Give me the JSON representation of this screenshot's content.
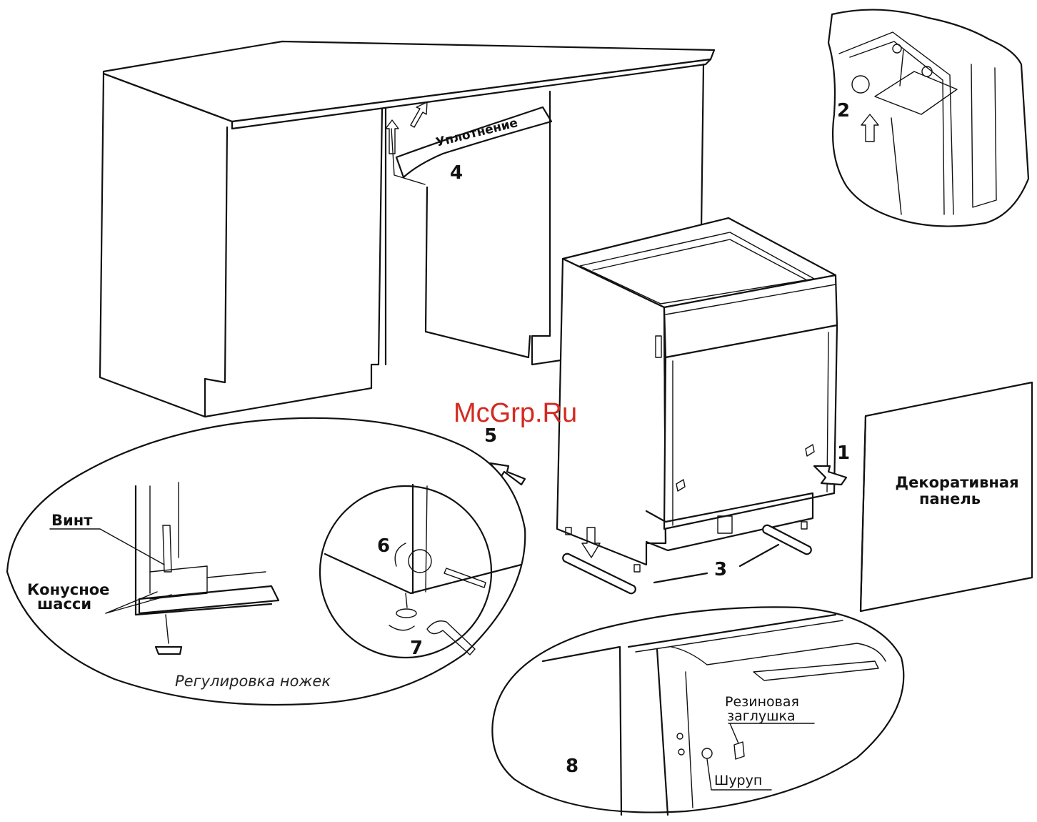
{
  "watermark": "McGrp.Ru",
  "steps": {
    "s1": "1",
    "s2": "2",
    "s3": "3",
    "s4": "4",
    "s5": "5",
    "s6": "6",
    "s7": "7",
    "s8": "8"
  },
  "labels": {
    "seal": "Уплотнение",
    "panel_line1": "Декоративная",
    "panel_line2": "панель",
    "screw": "Винт",
    "cone_line1": "Конусное",
    "cone_line2": "шасси",
    "feet_adjust": "Регулировка ножек",
    "rubber_line1": "Резиновая",
    "rubber_line2": "заглушка",
    "wood_screw": "Шуруп"
  },
  "colors": {
    "line": "#111111",
    "watermark": "#d42a20",
    "background": "#ffffff"
  }
}
